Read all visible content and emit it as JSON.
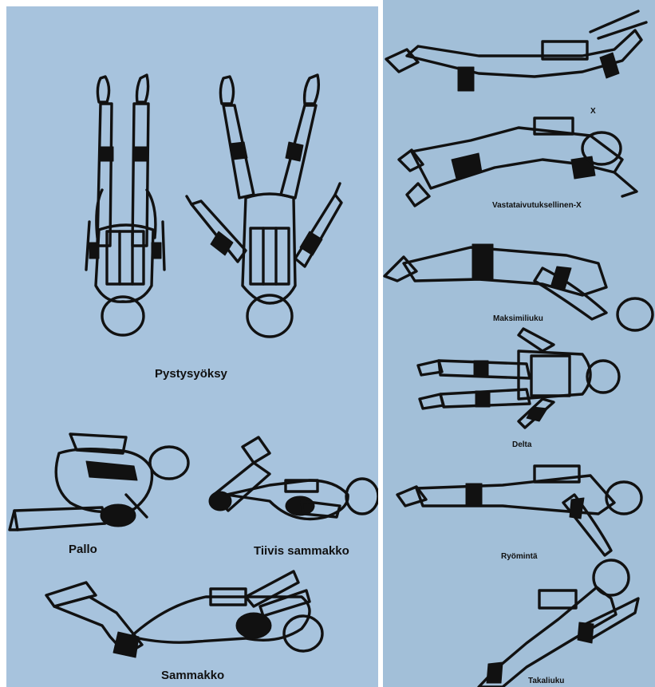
{
  "colors": {
    "panel_left": "#a7c3dd",
    "panel_right": "#a2bfd8",
    "ink": "#111111"
  },
  "labels": {
    "pystysyoksy": "Pystysyöksy",
    "pallo": "Pallo",
    "tiivis_sammakko": "Tiivis sammakko",
    "sammakko": "Sammakko",
    "x": "X",
    "vastataivutuksellinen_x": "Vastataivutuksellinen-X",
    "maksimiliuku": "Maksimiliuku",
    "delta": "Delta",
    "ryomenta": "Ryömintä",
    "takaliuku": "Takaliuku"
  }
}
